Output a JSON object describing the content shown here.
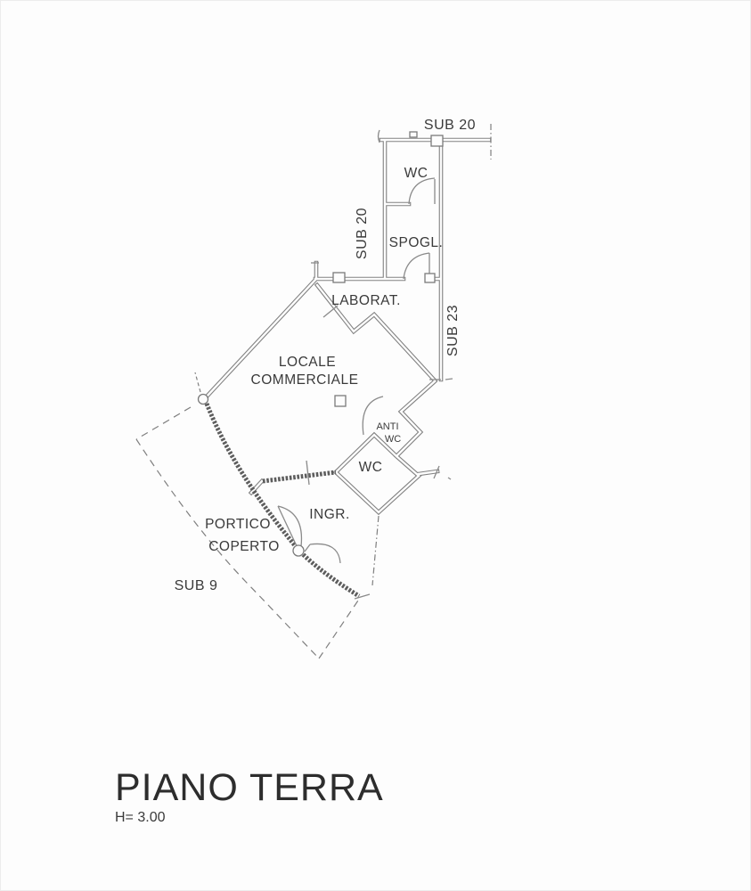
{
  "drawing": {
    "type": "floor-plan",
    "title": "PIANO TERRA",
    "height_note": "H= 3.00",
    "labels": {
      "sub20_top": "SUB 20",
      "sub20_side": "SUB 20",
      "sub23_side": "SUB 23",
      "sub9": "SUB 9",
      "wc_top": "WC",
      "spogl": "SPOGL.",
      "laborat": "LABORAT.",
      "locale_line1": "LOCALE",
      "locale_line2": "COMMERCIALE",
      "anti_wc_line1": "ANTI",
      "anti_wc_line2": "WC",
      "wc_main": "WC",
      "ingresso": "INGR.",
      "portico_line1": "PORTICO",
      "portico_line2": "COPERTO"
    },
    "colors": {
      "background": "#fdfdfd",
      "wall": "#828282",
      "hatched_wall": "#5d5d5d",
      "dashed_boundary": "#7f7f7f",
      "text": "#3a3a3a",
      "title_text": "#2d2d2d"
    }
  }
}
